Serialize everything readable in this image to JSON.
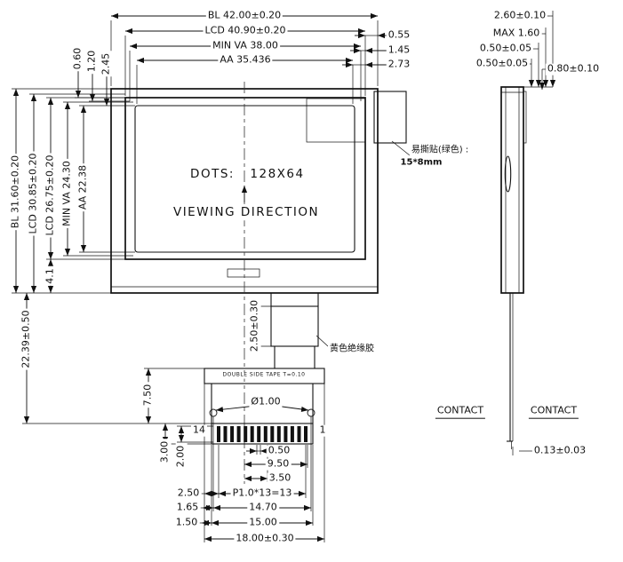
{
  "front": {
    "dim_bl_width": "BL 42.00±0.20",
    "dim_lcd_width": "LCD 40.90±0.20",
    "dim_va_width": "MIN VA 38.00",
    "dim_aa_width": "AA 35.436",
    "offset_right_1": "0.55",
    "offset_right_2": "1.45",
    "offset_right_3": "2.73",
    "offset_top_1": "0.60",
    "offset_top_2": "1.20",
    "offset_top_3": "2.45",
    "dim_bl_height": "BL 31.60±0.20",
    "dim_lcd_height": "LCD 30.85±0.20",
    "dim_glass_height": "LCD 26.75±0.20",
    "dim_va_height": "MIN VA 24.30",
    "dim_aa_height": "AA 22.38",
    "dim_bottom_ledge": "4.1",
    "dots_label": "DOTS:",
    "dots_value": "128X64",
    "viewing_direction": "VIEWING DIRECTION",
    "peel_sticker_note_line1": "易撕贴(绿色) :",
    "peel_sticker_note_line2": "15*8mm",
    "yellow_tape_note": "黄色绝缘胶",
    "double_side_tape_label": "DOUBLE SIDE TAPE T=0.10"
  },
  "fpc": {
    "dim_fpc_length": "22.39±0.50",
    "dim_yellow_tape": "2.50±0.30",
    "dim_tape_to_pins": "7.50",
    "hole_diameter": "Ø1.00",
    "pin_number_left": "14",
    "pin_number_right": "1",
    "dim_connector_height": "3.00",
    "dim_pin_length": "2.00",
    "dim_pin_width": "0.50",
    "dim_9_50": "9.50",
    "dim_3_50": "3.50",
    "dim_pitch": "P1.0*13=13",
    "dim_2_50": "2.50",
    "dim_hole_span": "14.70",
    "dim_1_65": "1.65",
    "dim_fpc_width": "15.00",
    "dim_1_50": "1.50",
    "dim_tape_width": "18.00±0.30"
  },
  "side": {
    "dim_total_thickness": "2.60±0.10",
    "dim_max_thickness": "MAX 1.60",
    "dim_glass_top": "0.50±0.05",
    "dim_glass_bottom": "0.50±0.05",
    "dim_sticker_thickness": "0.80±0.10",
    "contact_left": "CONTACT",
    "contact_right": "CONTACT",
    "dim_fpc_thickness": "0.13±0.03"
  },
  "colors": {
    "line": "#111111",
    "background": "#ffffff"
  }
}
